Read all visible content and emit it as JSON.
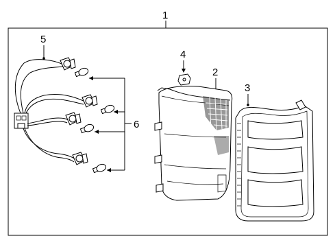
{
  "callouts": {
    "assembly": "1",
    "housing": "2",
    "lens": "3",
    "clip": "4",
    "harness": "5",
    "bulbs": "6"
  },
  "dot_fill": "#000000",
  "line_color": "#000000"
}
